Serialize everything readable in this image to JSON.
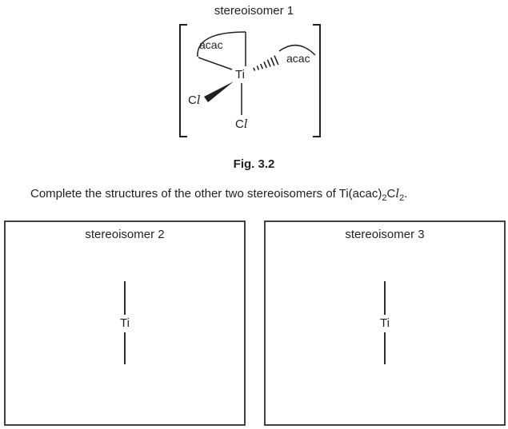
{
  "page": {
    "background": "#ffffff",
    "ink_color": "#231f20",
    "box_border_color": "#414042"
  },
  "figure": {
    "title": "stereoisomer 1",
    "caption": "Fig. 3.2",
    "labels": {
      "acac_left": "acac",
      "acac_right": "acac",
      "ti": "Ti",
      "cl_c": "C",
      "cl_l": "l"
    }
  },
  "instruction": {
    "text_before_sub1": "Complete the structures of the other two stereoisomers of Ti(acac)",
    "sub1": "2",
    "element_c": "C",
    "element_l": "l",
    "sub2": "2",
    "period": "."
  },
  "answer_boxes": [
    {
      "title": "stereoisomer 2",
      "center_label": "Ti"
    },
    {
      "title": "stereoisomer 3",
      "center_label": "Ti"
    }
  ]
}
